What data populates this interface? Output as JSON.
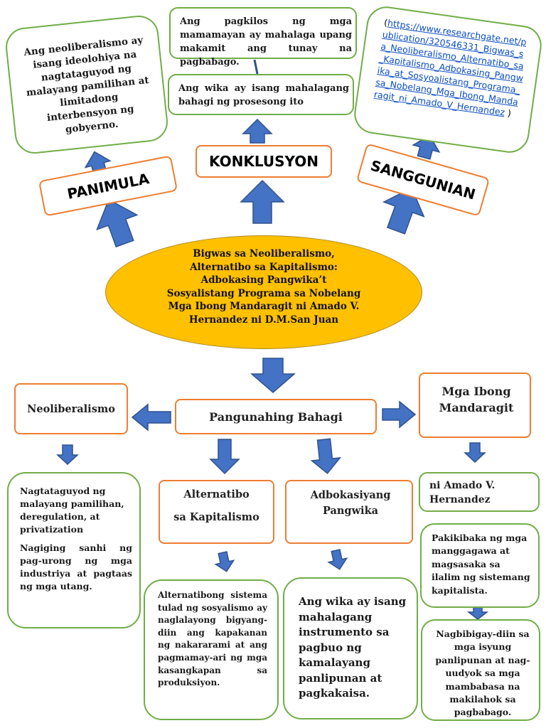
{
  "center": {
    "title": "Bigwas sa Neoliberalismo, Alternatibo sa Kapitalismo: Adbokasing Pangwika’t Sosyalistang Programa sa Nobelang Mga Ibong Mandaragit ni Amado V. Hernandez ni D.M.San Juan"
  },
  "top": {
    "panimula": {
      "label": "PANIMULA",
      "content": "Ang neoliberalismo ay isang ideolohiya na nagtataguyod ng malayang pamilihan at limitadong interbensyon ng gobyerno."
    },
    "konklusyon": {
      "label": "KONKLUSYON",
      "content1": "Ang wika ay isang mahalagang bahagi ng prosesong ito",
      "content2": "Ang pagkilos ng mga mamamayan ay mahalaga upang makamit ang tunay na pagbabago."
    },
    "sanggunian": {
      "label": "SANGGUNIAN",
      "open": "(",
      "link": "https://www.researchgate.net/publication/320546331_Bigwas_sa_Neoliberalismo_Alternatibo_sa_Kapitalismo_Adbokasing_Pangwika_at_Sosyoalistang_Programa_sa_Nobelang_Mga_Ibong_Mandaragit_ni_Amado_V_Hernandez",
      "close": " )"
    }
  },
  "bottom": {
    "main_label": "Pangunahing Bahagi",
    "neoliberalismo": {
      "label": "Neoliberalismo",
      "p1": "Nagtataguyod ng malayang pamilihan, deregulation, at privatization",
      "p2": "Nagiging sanhi ng pag-urong ng mga industriya at pagtaas ng mga utang."
    },
    "alternatibo": {
      "label_line1": "Alternatibo",
      "label_line2": "sa Kapitalismo",
      "content": "Alternatibong sistema tulad ng sosyalismo ay naglalayong bigyang-diin ang kapakanan ng nakararami at ang pagmamay-ari ng mga kasangkapan sa produksiyon."
    },
    "adbokasiya": {
      "label": "Adbokasiyang Pangwika",
      "content": "Ang wika ay isang mahalagang instrumento sa pagbuo ng kamalayang panlipunan at pagkakaisa."
    },
    "ibong": {
      "label": "Mga Ibong Mandaragit",
      "author": "ni Amado V. Hernandez",
      "c1": "Pakikibaka ng mga manggagawa at magsasaka sa ilalim ng sistemang kapitalista.",
      "c2": "Nagbibigay-diin sa mga isyung panlipunan at nag-uudyok sa mga mambabasa na makilahok sa pagbabago."
    }
  },
  "colors": {
    "ellipse": "#ffc000",
    "arrow": "#4472c4",
    "green_border": "#70ad47",
    "orange_border": "#ed7d31",
    "link": "#0b4ec6"
  }
}
